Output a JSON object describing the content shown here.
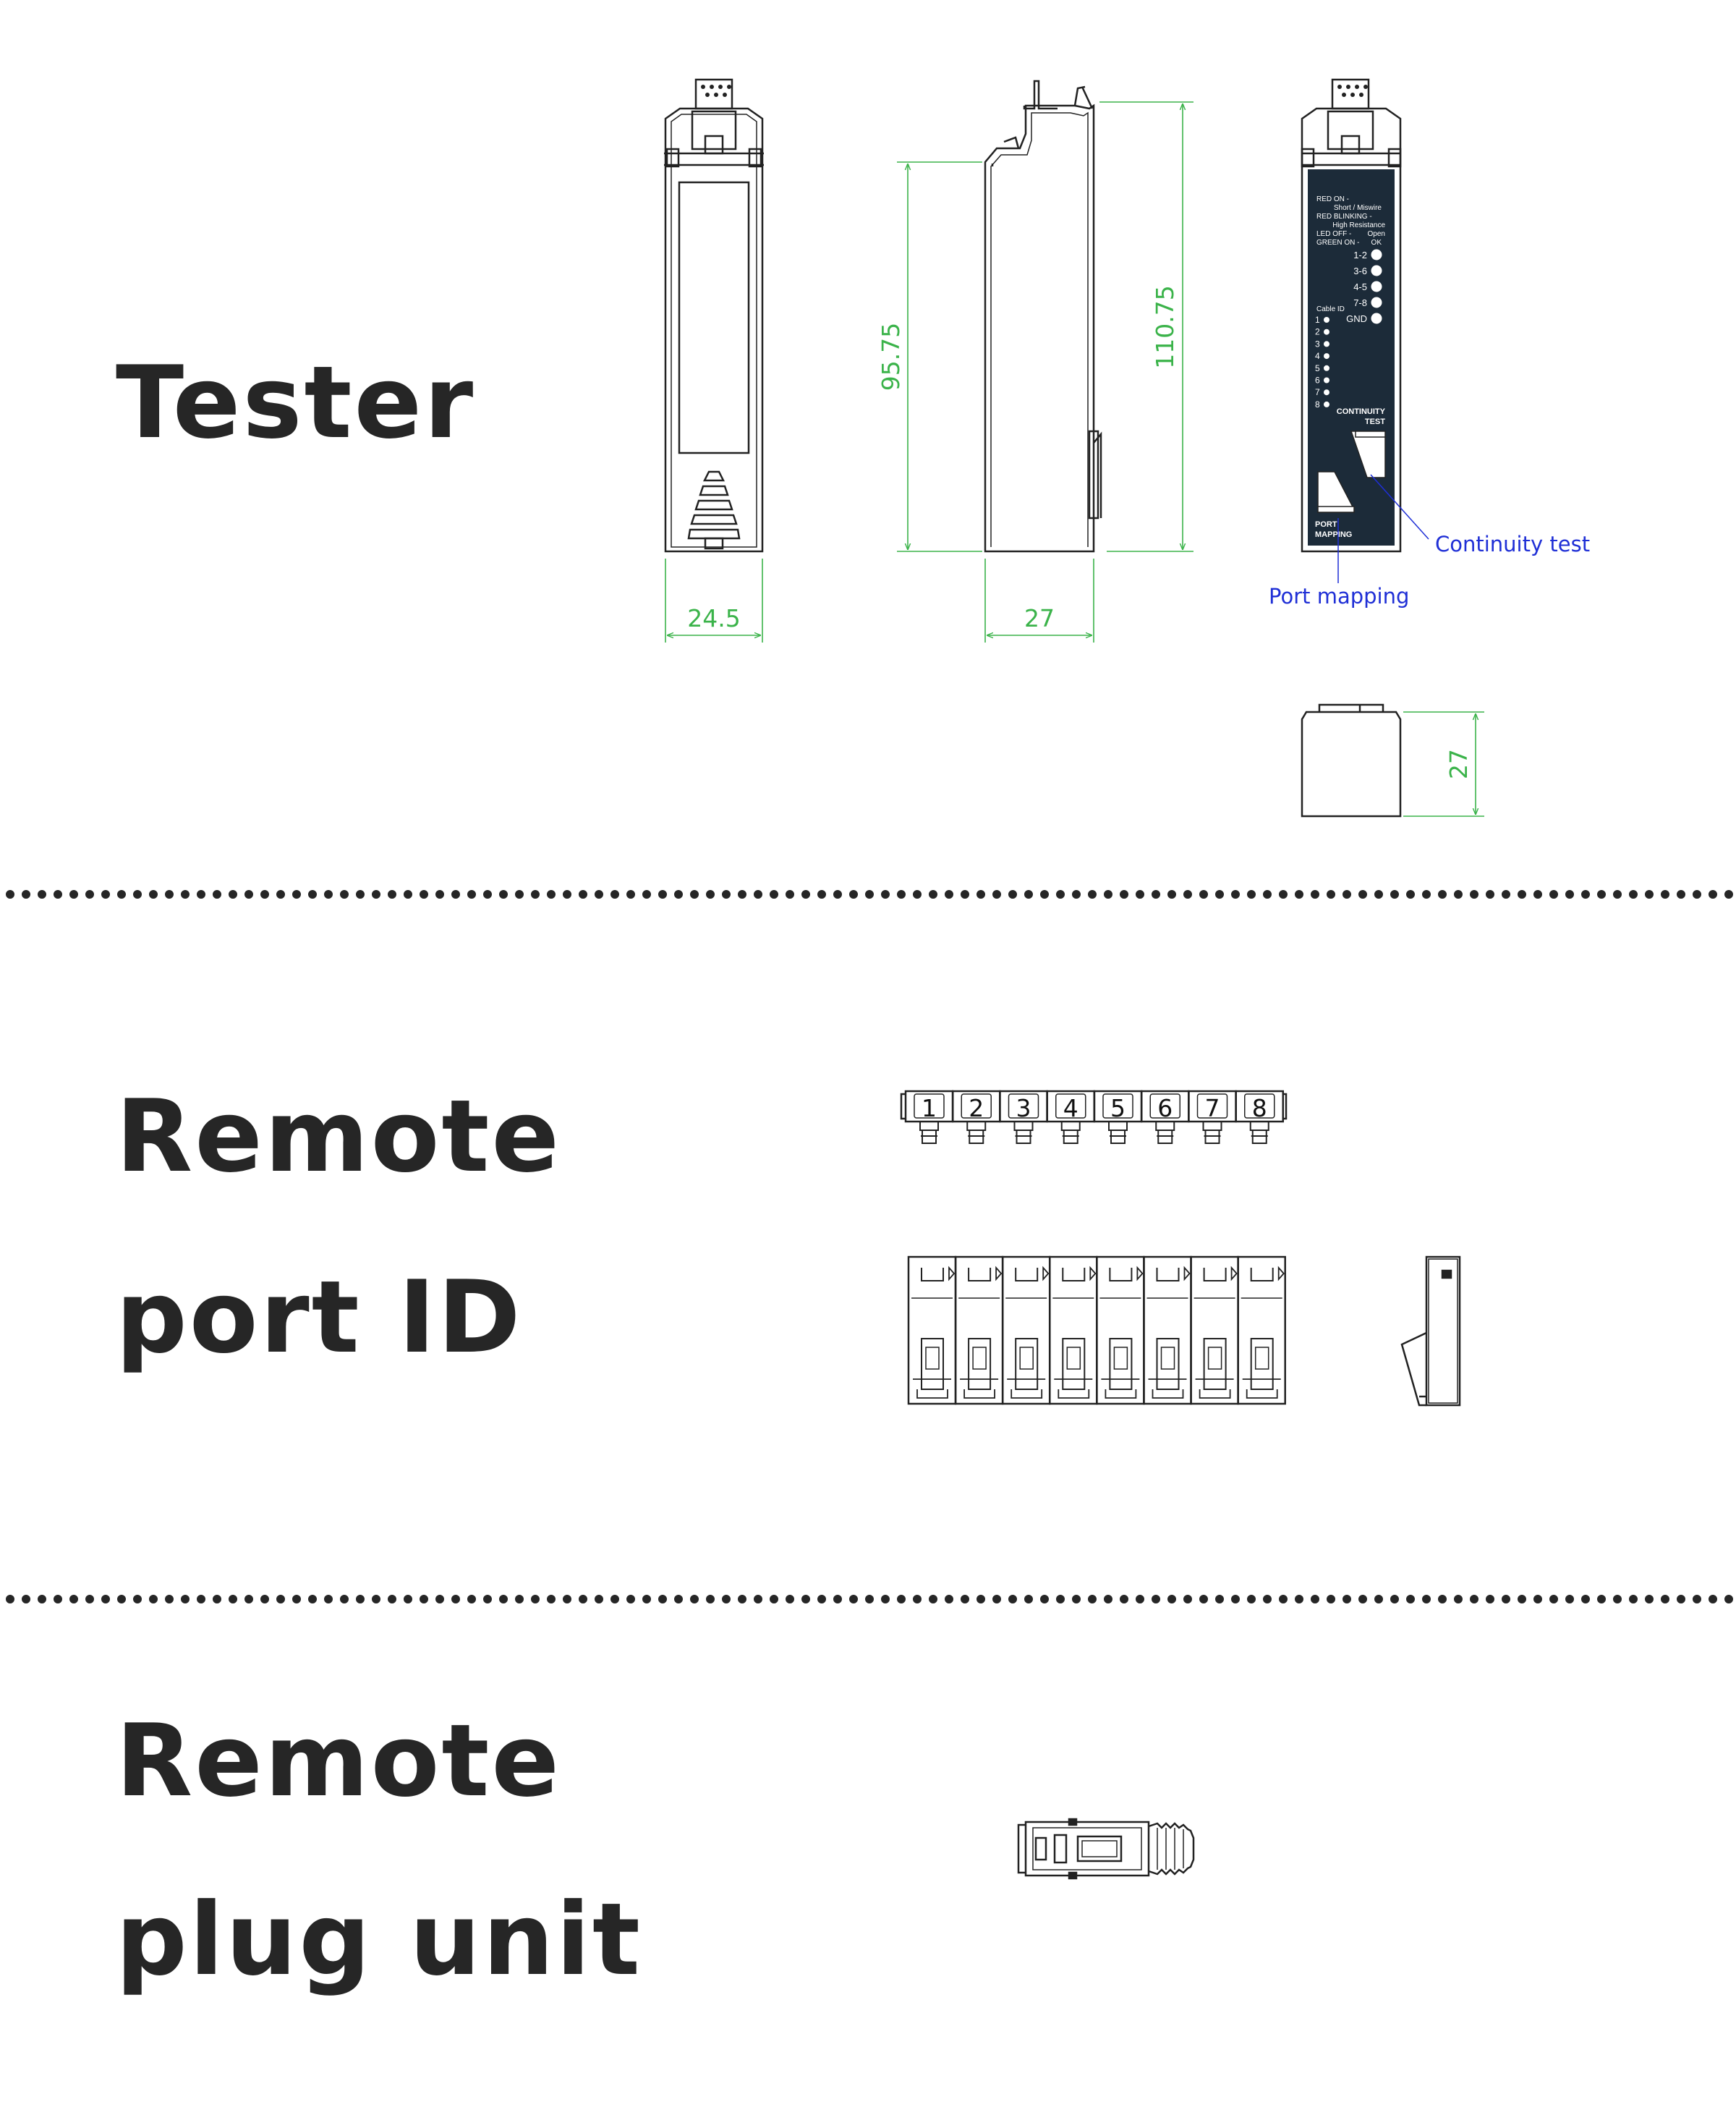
{
  "sections": [
    {
      "title_lines": [
        "Tester"
      ]
    },
    {
      "title_lines": [
        "Remote",
        "port ID"
      ]
    },
    {
      "title_lines": [
        "Remote",
        "plug unit"
      ]
    }
  ],
  "tester": {
    "dimensions": {
      "front_width": "24.5",
      "side_depth": "27",
      "side_body_height": "95.75",
      "total_height": "110.75",
      "top_depth": "27"
    },
    "panel": {
      "legend": [
        "RED ON -",
        "Short / Miswire",
        "RED BLINKING -",
        "High Resistance",
        "LED OFF -",
        "Open",
        "GREEN ON -",
        "OK"
      ],
      "pair_leds": [
        "1-2",
        "3-6",
        "4-5",
        "7-8",
        "GND"
      ],
      "cable_id_label": "Cable ID",
      "cable_id_numbers": [
        "1",
        "2",
        "3",
        "4",
        "5",
        "6",
        "7",
        "8"
      ],
      "continuity_line1": "CONTINUITY",
      "continuity_line2": "TEST",
      "port_line1": "PORT",
      "port_line2": "MAPPING"
    },
    "callouts": {
      "continuity": "Continuity test",
      "port_mapping": "Port mapping"
    }
  },
  "remote_port_id": {
    "numbers": [
      "1",
      "2",
      "3",
      "4",
      "5",
      "6",
      "7",
      "8"
    ]
  },
  "colors": {
    "title": "#262626",
    "dimension": "#3bb34a",
    "callout": "#1f2fd6",
    "panel": "#1c2b39",
    "line": "#222222"
  }
}
